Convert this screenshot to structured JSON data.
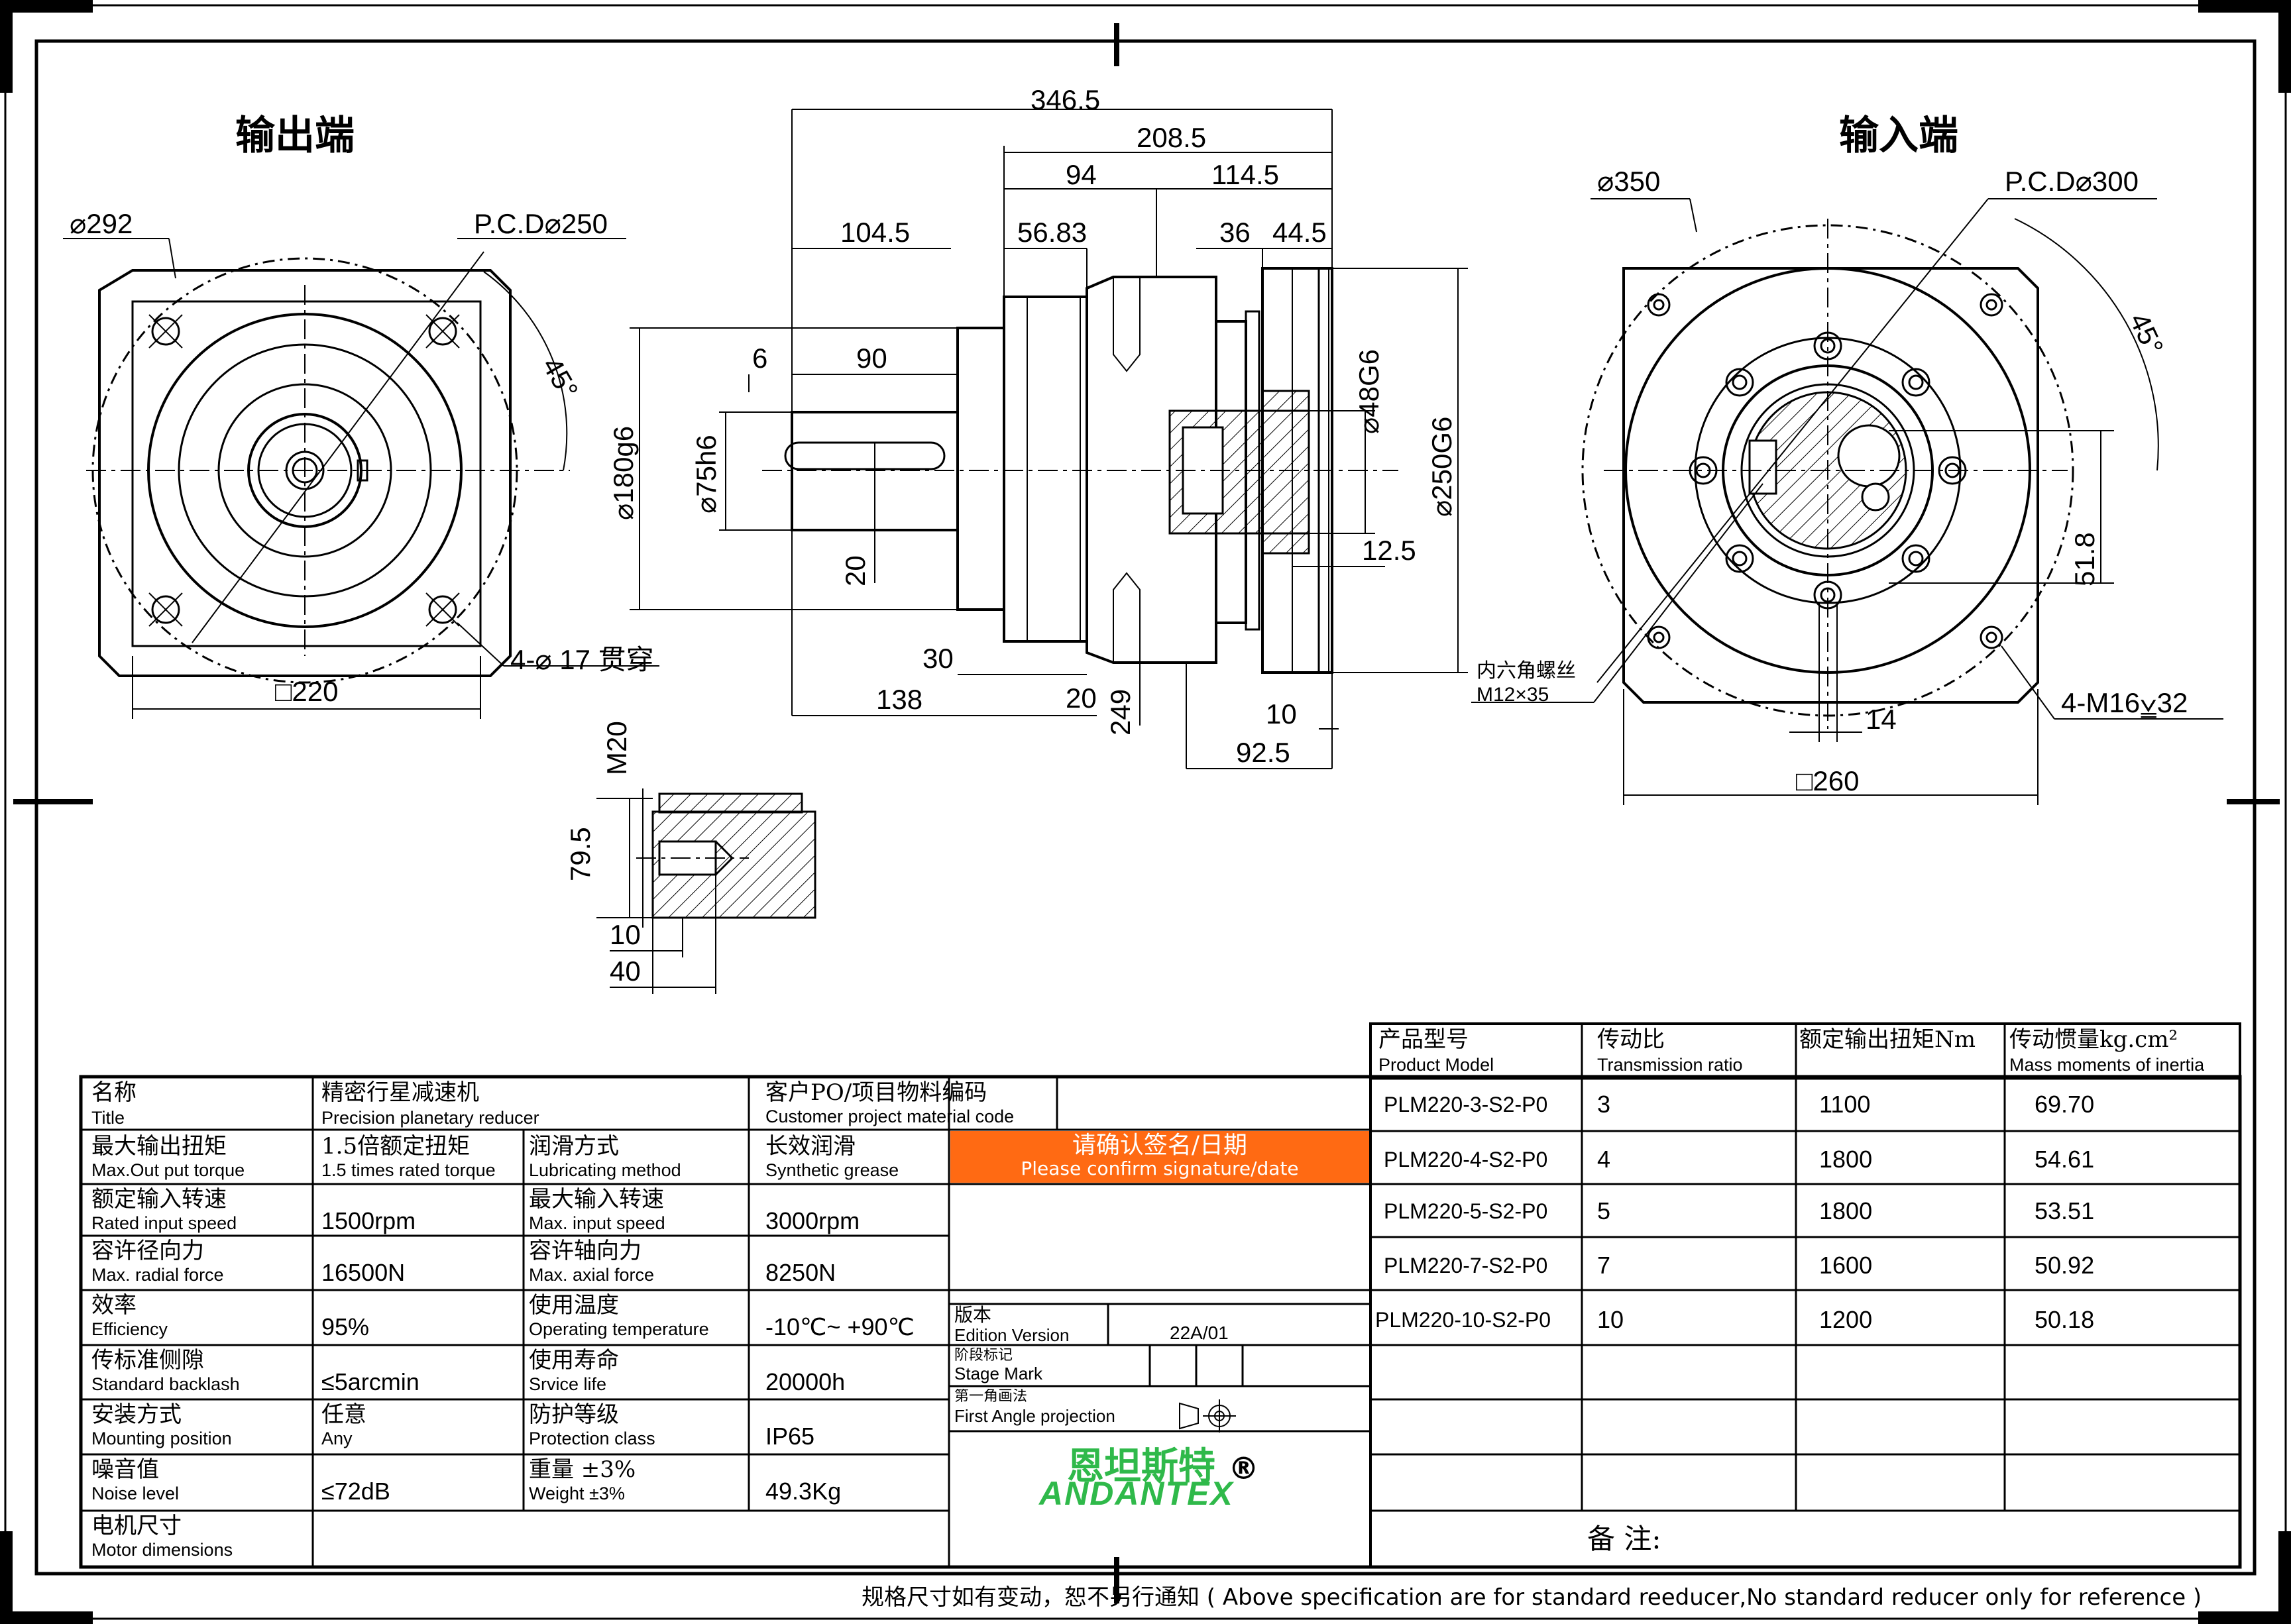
{
  "views": {
    "output_end_title": "输出端",
    "input_end_title": "输入端"
  },
  "dimensions": {
    "output": {
      "outer_dia": "⌀292",
      "pcd": "P.C.D⌀250",
      "angle": "45°",
      "square": "□220",
      "holes": "4-⌀ 17 贯穿"
    },
    "side": {
      "total_length": "346.5",
      "body_length": "208.5",
      "d94": "94",
      "d114_5": "114.5",
      "d104_5": "104.5",
      "d56_83": "56.83",
      "d36": "36",
      "d44_5": "44.5",
      "d6": "6",
      "d90": "90",
      "d180": "⌀180g6",
      "d75": "⌀75h6",
      "d20": "20",
      "d48": "⌀48G6",
      "d250": "⌀250G6",
      "d12_5": "12.5",
      "d30": "30",
      "d138": "138",
      "d20b": "20",
      "d249": "249",
      "d10": "10",
      "d92_5": "92.5"
    },
    "key_detail": {
      "thread": "M20",
      "d79_5": "79.5",
      "d10": "10",
      "d40": "40"
    },
    "input": {
      "outer_dia": "⌀350",
      "pcd": "P.C.D⌀300",
      "angle": "45°",
      "d51_8": "51.8",
      "d14": "14",
      "square": "□260",
      "holes": "4-M16⩣32",
      "screw_label": "内六角螺丝",
      "screw_spec": "M12×35"
    }
  },
  "spec_table": {
    "name": {
      "zh": "名称",
      "en": "Title"
    },
    "product": {
      "zh": "精密行星减速机",
      "en": "Precision planetary reducer"
    },
    "customer": {
      "zh": "客户PO/项目物料编码",
      "en": "Customer project material code"
    },
    "rows": [
      {
        "l_zh": "最大输出扭矩",
        "l_en": "Max.Out put torque",
        "v1_zh": "1.5倍额定扭矩",
        "v1_en": "1.5 times rated torque",
        "r_zh": "润滑方式",
        "r_en": "Lubricating method",
        "v2_zh": "长效润滑",
        "v2_en": "Synthetic grease"
      },
      {
        "l_zh": "额定输入转速",
        "l_en": "Rated input speed",
        "v1": "1500rpm",
        "r_zh": "最大输入转速",
        "r_en": "Max. input speed",
        "v2": "3000rpm"
      },
      {
        "l_zh": "容许径向力",
        "l_en": "Max. radial force",
        "v1": "16500N",
        "r_zh": "容许轴向力",
        "r_en": "Max. axial force",
        "v2": "8250N"
      },
      {
        "l_zh": "效率",
        "l_en": "Efficiency",
        "v1": "95%",
        "r_zh": "使用温度",
        "r_en": "Operating temperature",
        "v2": "-10℃~ +90℃"
      },
      {
        "l_zh": "传标准侧隙",
        "l_en": "Standard backlash",
        "v1": "≤5arcmin",
        "r_zh": "使用寿命",
        "r_en": "Srvice life",
        "v2": "20000h"
      },
      {
        "l_zh": "安装方式",
        "l_en": "Mounting position",
        "v1_zh": "任意",
        "v1_en": "Any",
        "r_zh": "防护等级",
        "r_en": "Protection class",
        "v2": "IP65"
      },
      {
        "l_zh": "噪音值",
        "l_en": "Noise level",
        "v1": "≤72dB",
        "r_zh": "重量 ±3%",
        "r_en": "Weight ±3%",
        "v2": "49.3Kg"
      },
      {
        "l_zh": "电机尺寸",
        "l_en": "Motor dimensions"
      }
    ],
    "confirm": {
      "zh": "请确认签名/日期",
      "en": "Please confirm signature/date"
    },
    "edition": {
      "zh": "版本",
      "en": "Edition Version",
      "value": "22A/01"
    },
    "stage": {
      "zh": "阶段标记",
      "en": "Stage Mark"
    },
    "projection": {
      "zh": "第一角画法",
      "en": "First Angle projection"
    },
    "logo_cn": "恩坦斯特",
    "logo_reg": "®",
    "logo_en": "ANDANTEX"
  },
  "model_table": {
    "headers": [
      {
        "zh": "产品型号",
        "en": "Product Model"
      },
      {
        "zh": "传动比",
        "en": "Transmission ratio"
      },
      {
        "zh": "额定输出扭矩Nm",
        "en": ""
      },
      {
        "zh": "传动惯量kg.cm²",
        "en": "Mass moments of inertia"
      }
    ],
    "rows": [
      [
        "PLM220-3-S2-P0",
        "3",
        "1100",
        "69.70"
      ],
      [
        "PLM220-4-S2-P0",
        "4",
        "1800",
        "54.61"
      ],
      [
        "PLM220-5-S2-P0",
        "5",
        "1800",
        "53.51"
      ],
      [
        "PLM220-7-S2-P0",
        "7",
        "1600",
        "50.92"
      ],
      [
        "PLM220-10-S2-P0",
        "10",
        "1200",
        "50.18"
      ]
    ],
    "remarks": "备 注:"
  },
  "footnote": "规格尺寸如有变动，恕不另行通知 ( Above specification are for standard reeducer,No standard reducer only for reference )",
  "colors": {
    "confirm_bg": "#ff6a13",
    "logo_green": "#2fb94a"
  }
}
